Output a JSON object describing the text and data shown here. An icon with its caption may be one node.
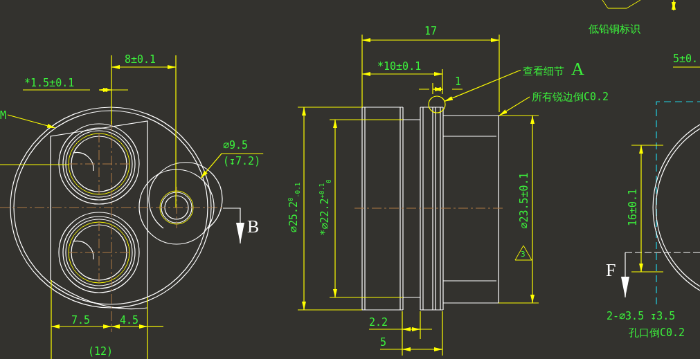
{
  "diagram": {
    "nodes": [
      {
        "text": [
          "查看细节",
          "A"
        ]
      },
      {
        "text": [],
        "shape": "circle"
      },
      {
        "text": [
          "所有锐边倒C0.2"
        ]
      },
      {
        "text": [
          "∅9.5",
          "(↧7.2)"
        ]
      },
      {
        "text": [],
        "shape": "circle"
      },
      {
        "text": [
          "M"
        ]
      }
    ],
    "edges": [
      {
        "from": 0,
        "to": 1,
        "arrow": "to"
      },
      {
        "from": 2,
        "to": null,
        "arrow": "to"
      },
      {
        "from": 3,
        "to": 4,
        "arrow": "to"
      },
      {
        "from": 5,
        "to": null,
        "arrow": "to"
      }
    ],
    "labels": [
      "低铅铜标识",
      "8±0.1",
      "*1.5±0.1",
      "17",
      "*10±0.1",
      "1",
      "5±0.",
      "∅25.2$^{0}$$_{-0.1}$",
      "*∅22.2$^{+0.1}$$_{0}$",
      "∅23.5±0.1",
      "3",
      "16±0.1",
      "2.2",
      "5",
      "7.5",
      "4.5",
      "(12)",
      "B",
      "F",
      "2-∅3.5 ↧3.5",
      "孔口倒C0.2"
    ]
  }
}
